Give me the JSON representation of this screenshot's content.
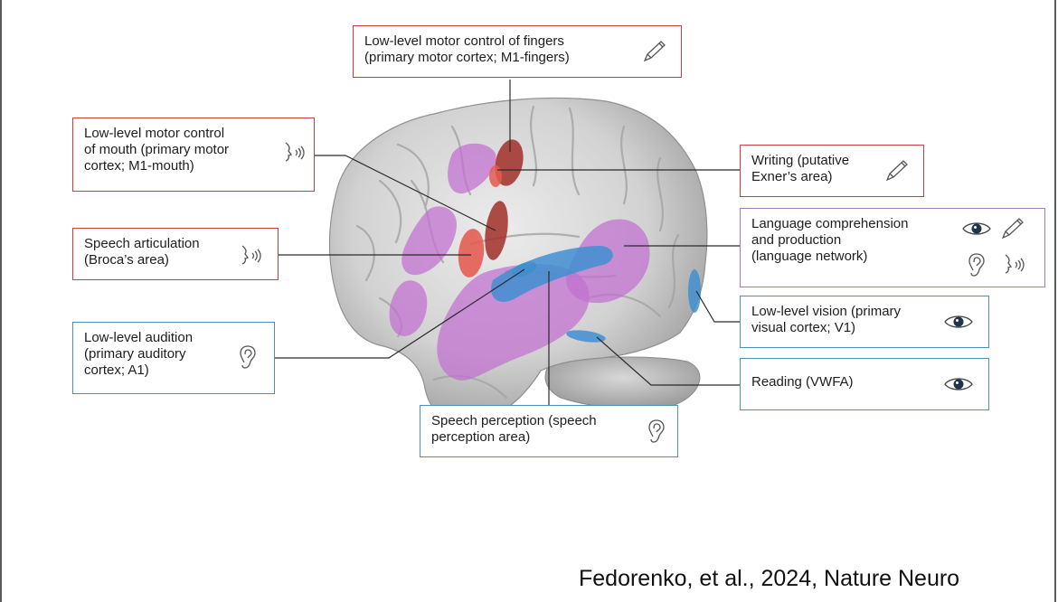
{
  "labels": {
    "fingers": {
      "text": "Low-level motor control of fingers\n(primary motor cortex; M1-fingers)",
      "icons": [
        "pencil-icon"
      ]
    },
    "mouth": {
      "text": "Low-level motor control\nof mouth (primary motor\ncortex; M1-mouth)",
      "icons": [
        "speaking-icon"
      ]
    },
    "writing": {
      "text": "Writing (putative\nExner’s area)",
      "icons": [
        "pencil-icon"
      ]
    },
    "broca": {
      "text": "Speech articulation\n(Broca’s area)",
      "icons": [
        "speaking-icon"
      ]
    },
    "language": {
      "text": "Language comprehension\nand production\n(language network)",
      "icons": [
        "eye-icon",
        "pencil-icon",
        "ear-icon",
        "speaking-icon"
      ]
    },
    "vision": {
      "text": "Low-level vision (primary\nvisual cortex; V1)",
      "icons": [
        "eye-icon"
      ]
    },
    "audition": {
      "text": "Low-level audition\n(primary auditory\ncortex; A1)",
      "icons": [
        "ear-icon"
      ]
    },
    "reading": {
      "text": "Reading (VWFA)",
      "icons": [
        "eye-icon"
      ]
    },
    "speech_perception": {
      "text": "Speech perception (speech\nperception area)",
      "icons": [
        "ear-icon"
      ]
    }
  },
  "credit": "Fedorenko, et al., 2024, Nature Neuro",
  "colors": {
    "motor_region": "#a3332f",
    "articulation_region": "#e45a4f",
    "perception_region": "#3f8fd0",
    "language_region": "#c06fd0",
    "motor_border": "#c9403d",
    "perception_border": "#4b93b4",
    "language_border": "#a77db5",
    "brain": "#cfcfcf"
  }
}
